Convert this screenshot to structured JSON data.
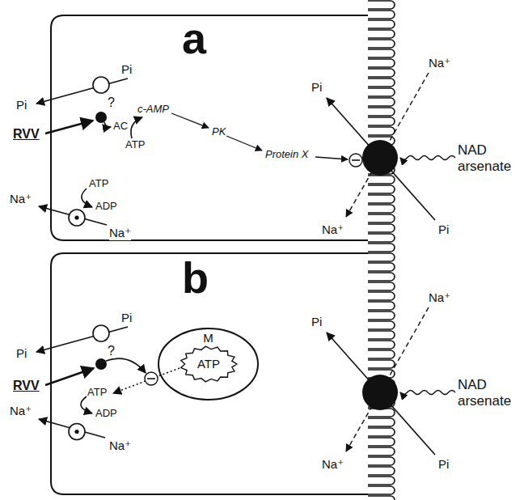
{
  "diagram": {
    "nodes": [
      {
        "text": [
          "a"
        ]
      },
      {
        "text": [
          "b"
        ]
      },
      {
        "text": [
          "M"
        ],
        "in": 1
      },
      {
        "text": [
          "ATP"
        ],
        "in": 2
      }
    ],
    "labels": [
      "Pi",
      "Pi",
      "?",
      "c-AMP",
      "AC",
      "ATP",
      "PK",
      "Protein X",
      "RVV",
      "ATP",
      "ADP",
      "Na⁺",
      "Na⁺",
      "Pi",
      "Na⁺",
      "NAD arsenate",
      "Na⁺",
      "Pi",
      "Pi",
      "Pi",
      "?",
      "RVV",
      "ATP",
      "ADP",
      "Na⁺",
      "Na⁺",
      "Pi",
      "Na⁺",
      "NAD arsenate",
      "Na⁺",
      "Pi"
    ]
  }
}
